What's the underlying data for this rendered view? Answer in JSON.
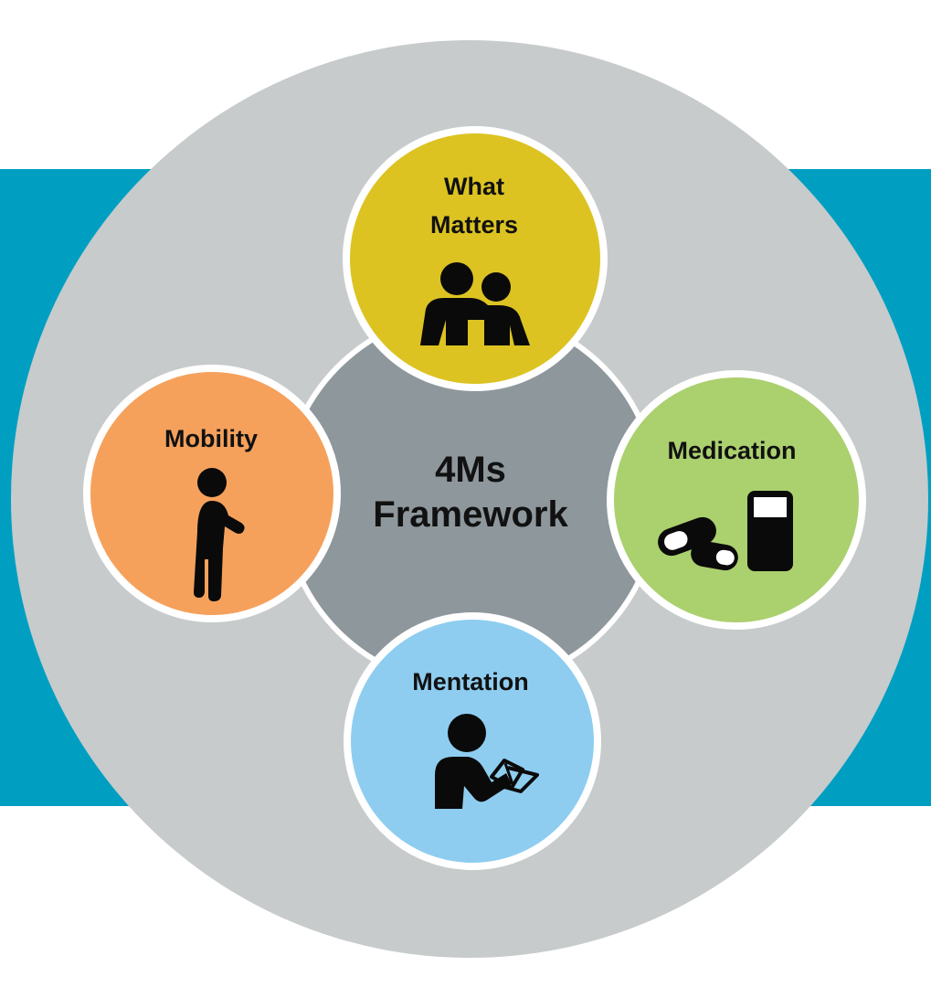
{
  "center": {
    "line1": "4Ms",
    "line2": "Framework"
  },
  "nodes": {
    "what_matters": {
      "line1": "What",
      "line2": "Matters",
      "icon": "two-people-embrace-icon"
    },
    "medication": {
      "label": "Medication",
      "icon": "pills-and-glass-icon"
    },
    "mentation": {
      "label": "Mentation",
      "icon": "person-reading-icon"
    },
    "mobility": {
      "label": "Mobility",
      "icon": "person-walking-icon"
    }
  },
  "colors": {
    "band": "#009fc2",
    "outer_circle": "#c7cbcc",
    "center_circle": "#8e979c",
    "what_matters": "#dcc322",
    "medication": "#abd06e",
    "mentation": "#8ecdf0",
    "mobility": "#f5a15c",
    "icon": "#0a0a0a"
  }
}
